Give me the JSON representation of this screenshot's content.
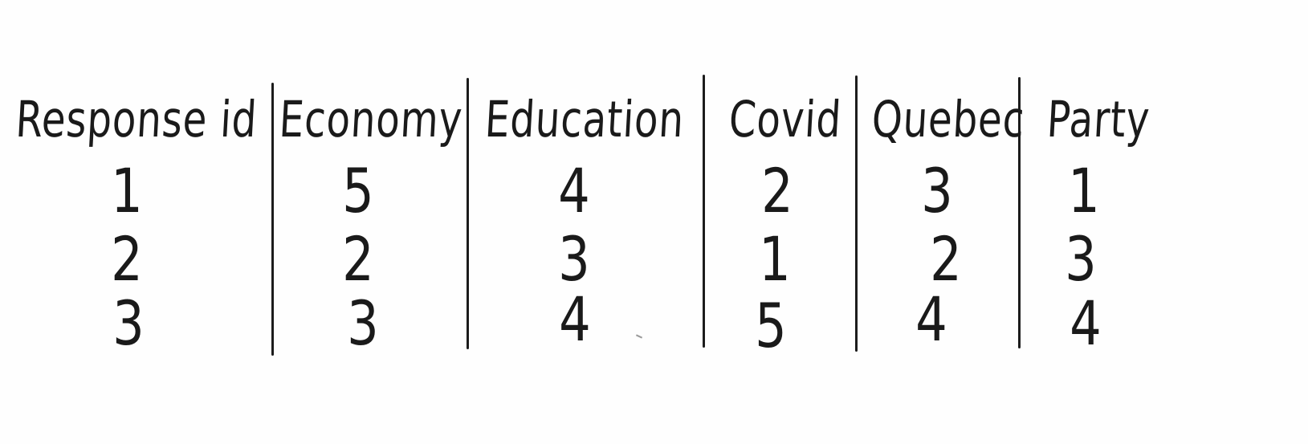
{
  "table": {
    "headers": [
      "Response id",
      "Economy",
      "Education",
      "Covid",
      "Quebec",
      "Party"
    ],
    "rows": [
      [
        "1",
        "5",
        "4",
        "2",
        "3",
        "1"
      ],
      [
        "2",
        "2",
        "3",
        "1",
        "2",
        "3"
      ],
      [
        "3",
        "3",
        "4",
        "5",
        "4",
        "4"
      ]
    ]
  }
}
